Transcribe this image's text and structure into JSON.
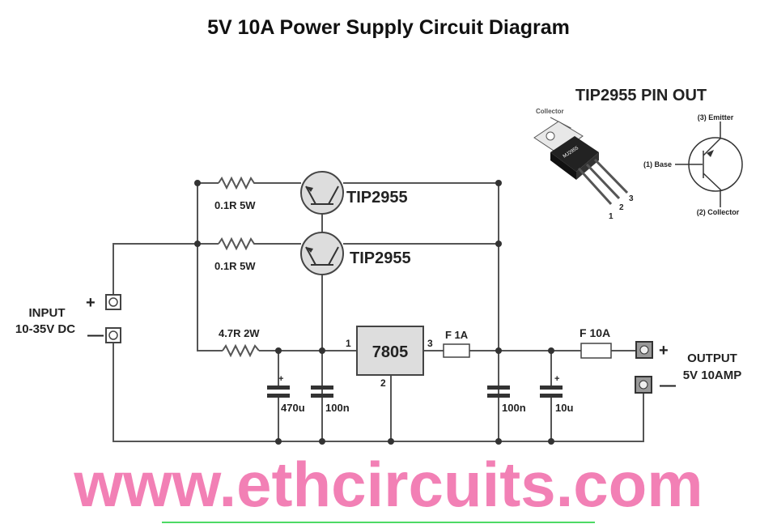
{
  "title": "5V 10A Power Supply Circuit Diagram",
  "watermark": "www.ethcircuits.com",
  "colors": {
    "watermark": "#f06aa8",
    "wire": "#555555",
    "divider": "#4cd964"
  },
  "circuit": {
    "resistors": [
      "0.1R 5W",
      "0.1R 5W",
      "4.7R 2W"
    ],
    "transistors": [
      "TIP2955",
      "TIP2955"
    ],
    "regulator": {
      "label": "7805",
      "pins": [
        "1",
        "2",
        "3"
      ]
    },
    "fuses": [
      "F 1A",
      "F 10A"
    ],
    "capacitors": [
      "470u",
      "100n",
      "100n",
      "10u"
    ],
    "cap_polarity": "+",
    "input": {
      "label": "INPUT",
      "spec": "10-35V DC",
      "plus": "+",
      "minus": "—"
    },
    "output": {
      "label": "OUTPUT",
      "spec": "5V 10AMP",
      "plus": "+",
      "minus": "—"
    }
  },
  "pinout": {
    "title": "TIP2955 PIN OUT",
    "package_tab": "Collector",
    "package_marking": "MJ2955",
    "pin_numbers": [
      "1",
      "2",
      "3"
    ],
    "emitter": "(3) Emitter",
    "base": "(1) Base",
    "collector": "(2) Collector"
  }
}
